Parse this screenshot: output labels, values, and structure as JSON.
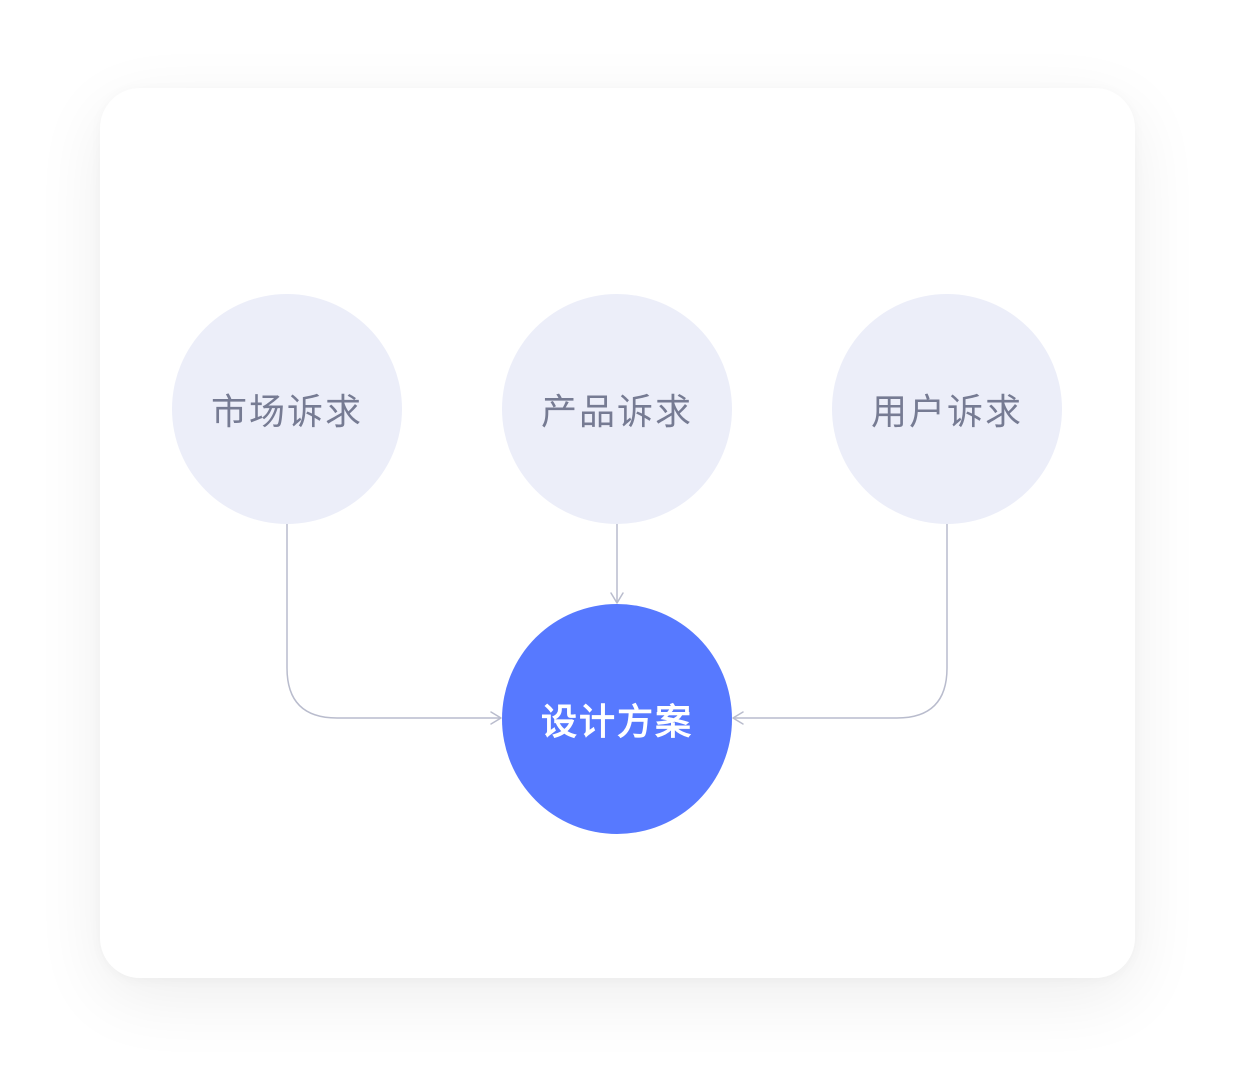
{
  "diagram": {
    "sources": [
      {
        "id": "market",
        "label": "市场诉求"
      },
      {
        "id": "product",
        "label": "产品诉求"
      },
      {
        "id": "user",
        "label": "用户诉求"
      }
    ],
    "target": {
      "id": "design",
      "label": "设计方案"
    },
    "edges": [
      {
        "from": "market",
        "to": "design"
      },
      {
        "from": "product",
        "to": "design"
      },
      {
        "from": "user",
        "to": "design"
      }
    ]
  },
  "colors": {
    "source_fill": "#eceef9",
    "source_text": "#767b93",
    "target_fill": "#5779ff",
    "target_text": "#ffffff",
    "connector": "#b9bccd",
    "card": "#ffffff"
  }
}
